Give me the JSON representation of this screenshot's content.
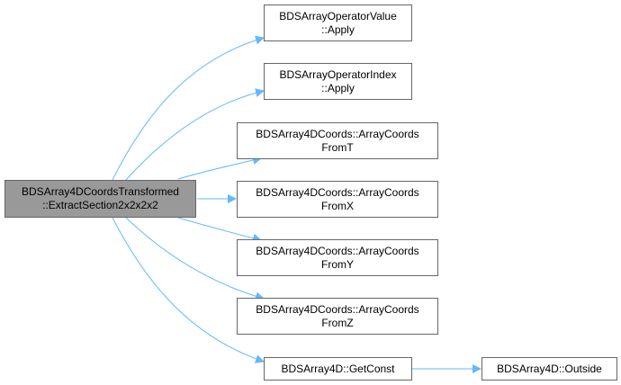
{
  "nodes": {
    "root": {
      "line1": "BDSArray4DCoordsTransformed",
      "line2": "::ExtractSection2x2x2x2"
    },
    "opValue": {
      "line1": "BDSArrayOperatorValue",
      "line2": "::Apply"
    },
    "opIndex": {
      "line1": "BDSArrayOperatorIndex",
      "line2": "::Apply"
    },
    "fromT": {
      "line1": "BDSArray4DCoords::ArrayCoords",
      "line2": "FromT"
    },
    "fromX": {
      "line1": "BDSArray4DCoords::ArrayCoords",
      "line2": "FromX"
    },
    "fromY": {
      "line1": "BDSArray4DCoords::ArrayCoords",
      "line2": "FromY"
    },
    "fromZ": {
      "line1": "BDSArray4DCoords::ArrayCoords",
      "line2": "FromZ"
    },
    "getConst": {
      "line1": "BDSArray4D::GetConst"
    },
    "outside": {
      "line1": "BDSArray4D::Outside"
    }
  },
  "edges": [
    [
      "root",
      "opValue"
    ],
    [
      "root",
      "opIndex"
    ],
    [
      "root",
      "fromT"
    ],
    [
      "root",
      "fromX"
    ],
    [
      "root",
      "fromY"
    ],
    [
      "root",
      "fromZ"
    ],
    [
      "root",
      "getConst"
    ],
    [
      "getConst",
      "outside"
    ]
  ],
  "colors": {
    "edge": "#63b8ff",
    "root_fill": "#999999",
    "node_border": "#666666"
  }
}
